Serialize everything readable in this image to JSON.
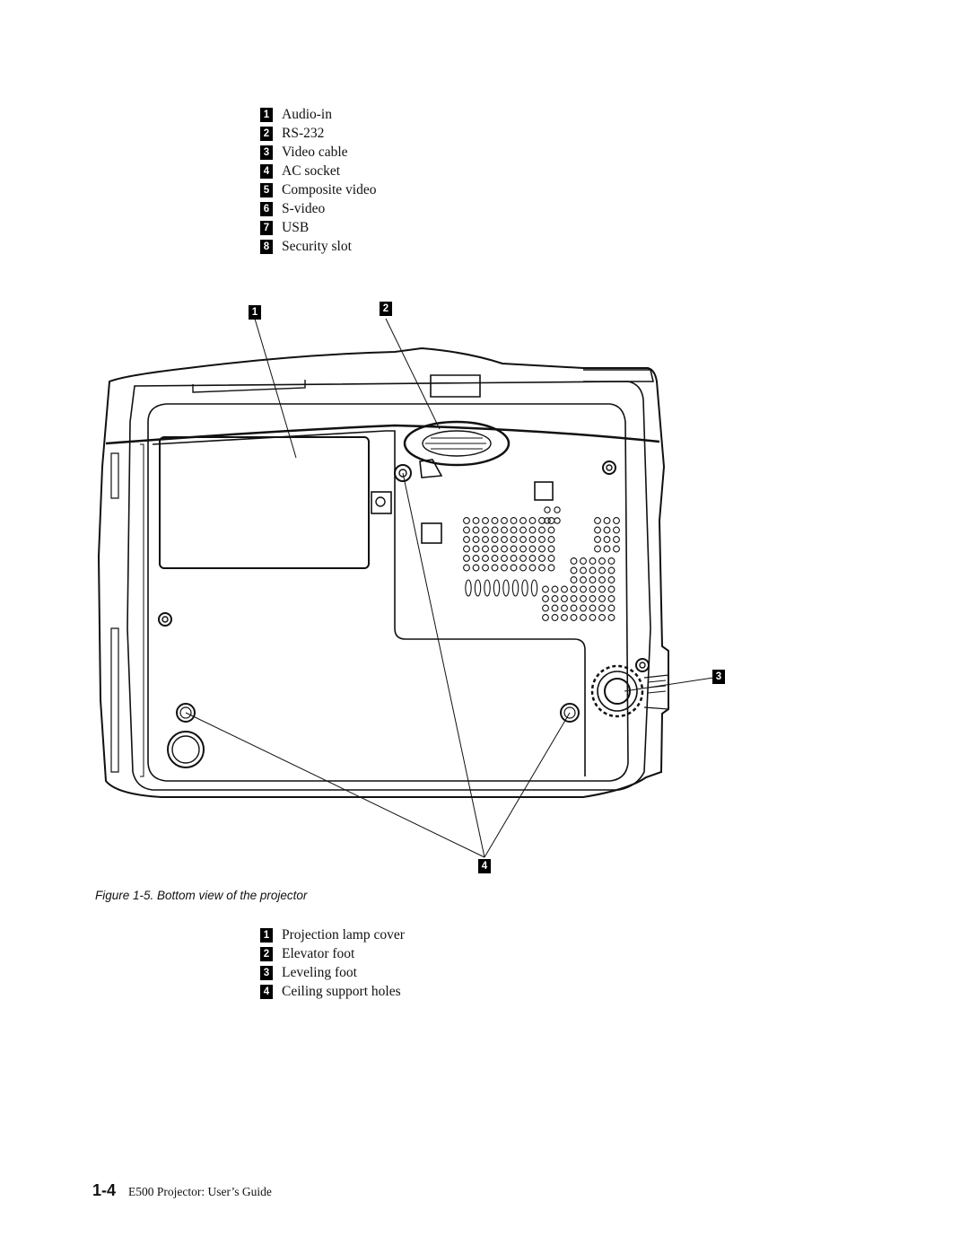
{
  "connectors_legend": [
    {
      "num": "1",
      "label": "Audio-in"
    },
    {
      "num": "2",
      "label": "RS-232"
    },
    {
      "num": "3",
      "label": "Video cable"
    },
    {
      "num": "4",
      "label": "AC socket"
    },
    {
      "num": "5",
      "label": "Composite video"
    },
    {
      "num": "6",
      "label": "S-video"
    },
    {
      "num": "7",
      "label": "USB"
    },
    {
      "num": "8",
      "label": "Security slot"
    }
  ],
  "figure": {
    "callouts": [
      "1",
      "2",
      "3",
      "4"
    ],
    "caption": "Figure 1-5. Bottom view of the projector"
  },
  "bottom_legend": [
    {
      "num": "1",
      "label": "Projection lamp cover"
    },
    {
      "num": "2",
      "label": "Elevator foot"
    },
    {
      "num": "3",
      "label": "Leveling foot"
    },
    {
      "num": "4",
      "label": "Ceiling support holes"
    }
  ],
  "footer": {
    "page_number": "1-4",
    "doc_title": "E500 Projector: User’s Guide"
  }
}
